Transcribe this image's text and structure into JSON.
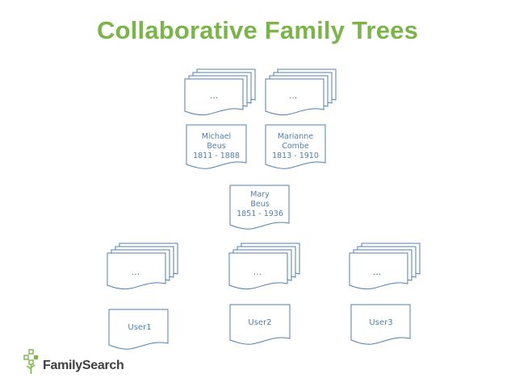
{
  "title": "Collaborative Family Trees",
  "stacks": {
    "father_parents": "...",
    "mother_parents": "...",
    "user1_stack": "...",
    "user2_stack": "...",
    "user3_stack": "..."
  },
  "people": {
    "father": {
      "name": "Michael",
      "surname": "Beus",
      "years": "1811 - 1888"
    },
    "mother": {
      "name": "Marianne",
      "surname": "Combe",
      "years": "1813 - 1910"
    },
    "child": {
      "name": "Mary",
      "surname": "Beus",
      "years": "1851 - 1936"
    }
  },
  "users": {
    "user1": "User1",
    "user2": "User2",
    "user3": "User3"
  },
  "logo": {
    "text": "FamilySearch"
  },
  "colors": {
    "title": "#7ab547",
    "shape_stroke": "#4f7fb3",
    "label": "#4f7fb3",
    "logo_text": "#3f3f3f",
    "logo_green": "#7ab547"
  }
}
